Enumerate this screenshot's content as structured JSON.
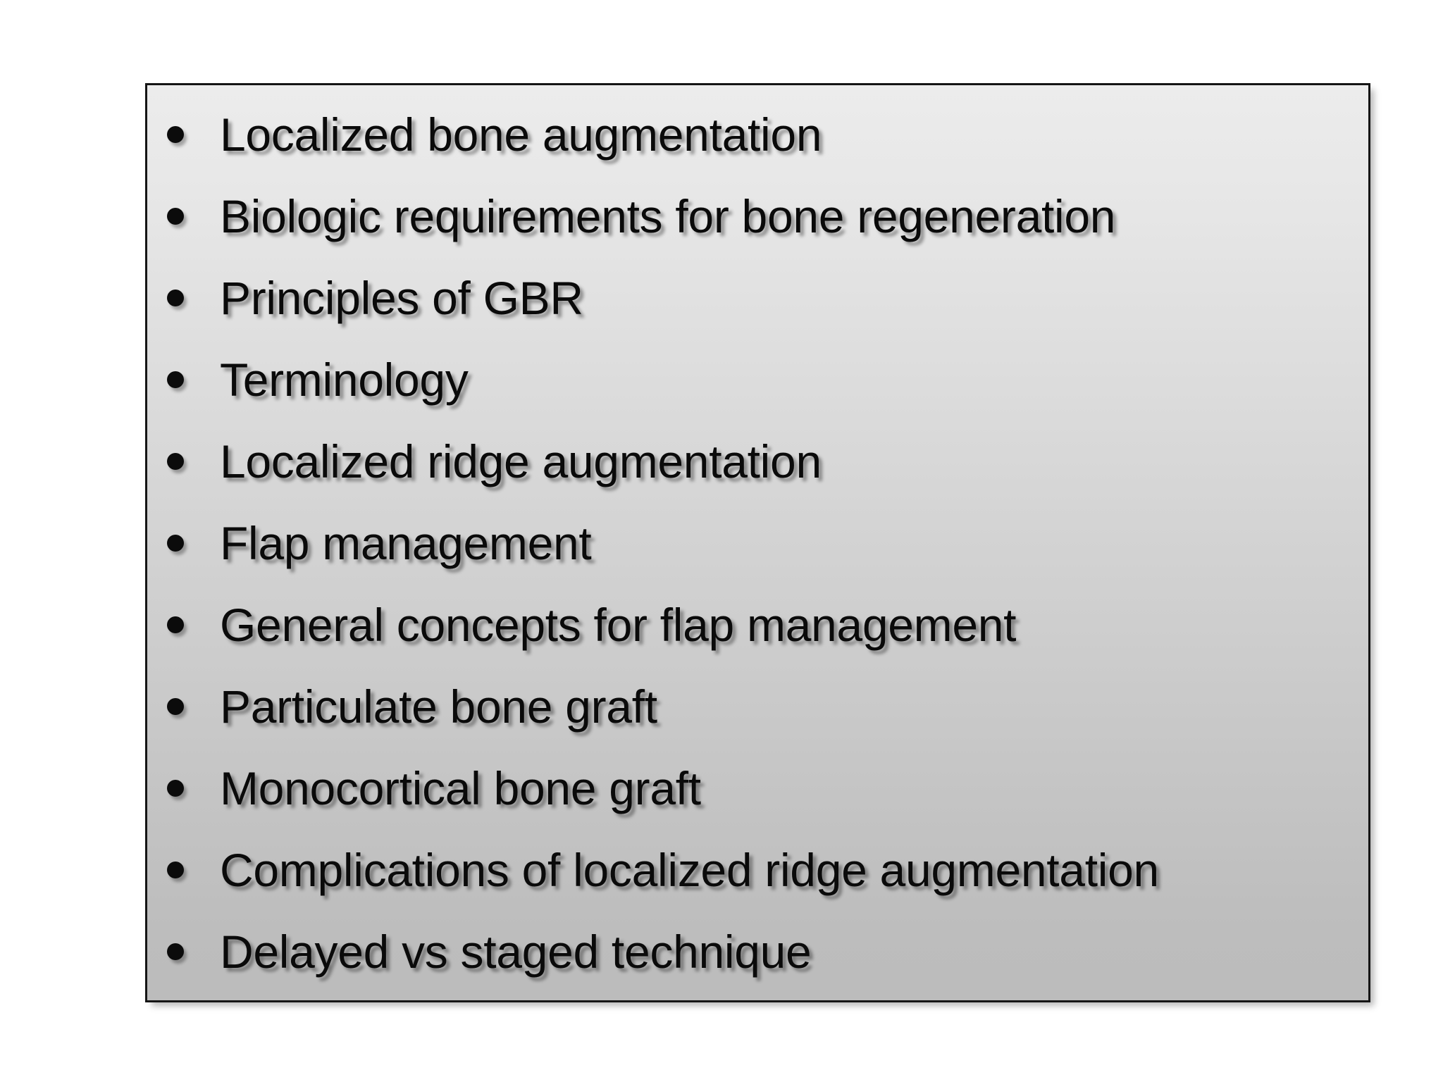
{
  "slide": {
    "background_color": "#ffffff",
    "content_box": {
      "border_color": "#151515",
      "gradient_top_color": "#ececec",
      "gradient_bottom_color": "#bcbcbc",
      "shadow_color": "rgba(0,0,0,0.28)"
    },
    "text_color": "#0a0a0a",
    "bullet_glyph": "•",
    "bullets": [
      {
        "label": "Localized bone augmentation"
      },
      {
        "label": "Biologic requirements for bone regeneration"
      },
      {
        "label": "Principles of GBR"
      },
      {
        "label": "Terminology"
      },
      {
        "label": "Localized ridge augmentation"
      },
      {
        "label": "Flap management"
      },
      {
        "label": "General concepts for flap management"
      },
      {
        "label": "Particulate bone graft"
      },
      {
        "label": "Monocortical bone graft"
      },
      {
        "label": "Complications of localized ridge augmentation"
      },
      {
        "label": "Delayed vs staged technique"
      }
    ]
  }
}
